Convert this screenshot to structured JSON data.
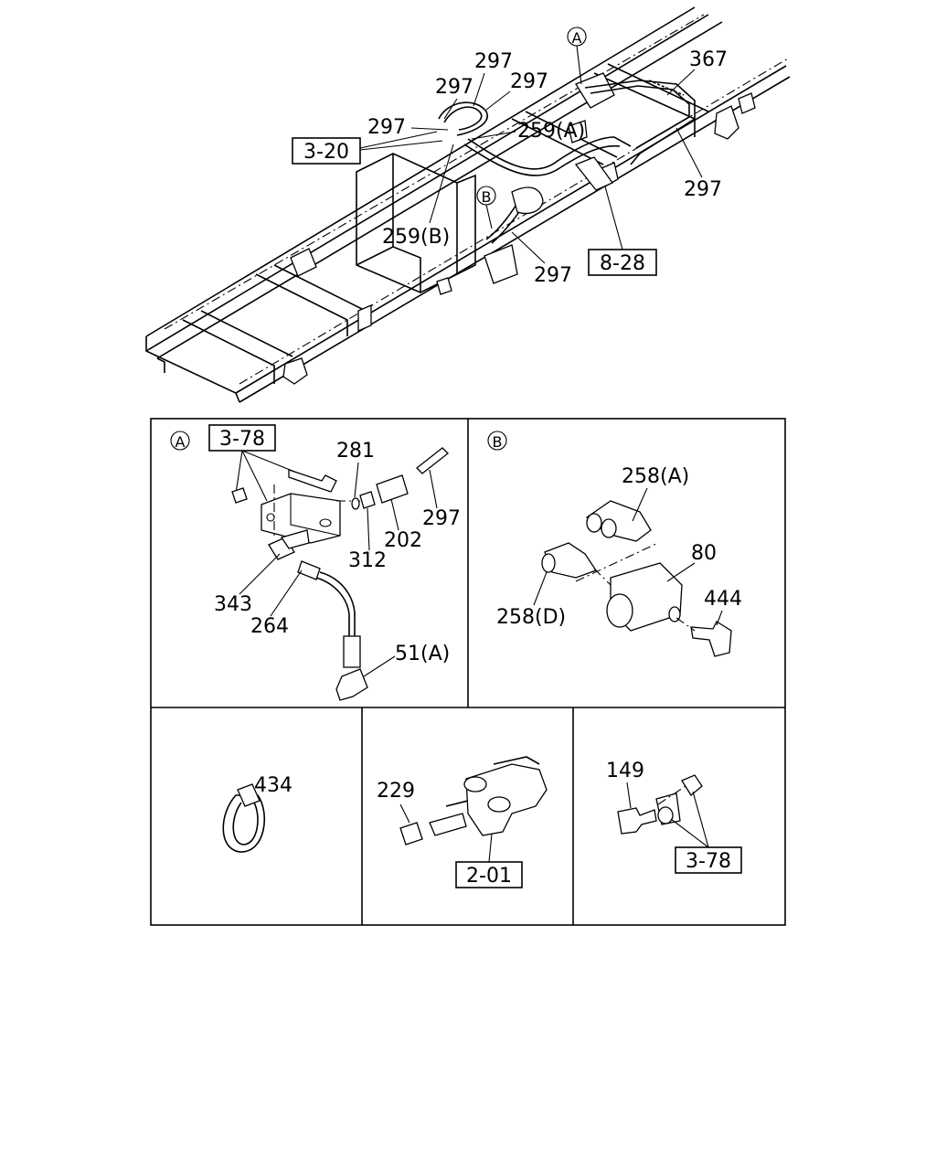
{
  "overview": {
    "callouts": {
      "marker_a": "A",
      "marker_b": "B",
      "n297_1": "297",
      "n297_2": "297",
      "n297_3": "297",
      "n297_4": "297",
      "n297_5": "297",
      "n297_6": "297",
      "n367": "367",
      "n259a": "259(A)",
      "n259b": "259(B)"
    },
    "refs": {
      "r3_20": "3-20",
      "r8_28": "8-28"
    }
  },
  "detail_a": {
    "marker": "A",
    "ref": "3-78",
    "callouts": {
      "n281": "281",
      "n297": "297",
      "n202": "202",
      "n312": "312",
      "n343": "343",
      "n264": "264",
      "n51a": "51(A)"
    }
  },
  "detail_b": {
    "marker": "B",
    "callouts": {
      "n258a": "258(A)",
      "n80": "80",
      "n444": "444",
      "n258d": "258(D)"
    }
  },
  "detail_clamp": {
    "callouts": {
      "n434": "434"
    }
  },
  "detail_valve": {
    "callouts": {
      "n229": "229"
    },
    "ref": "2-01"
  },
  "detail_bolt": {
    "callouts": {
      "n149": "149"
    },
    "ref": "3-78"
  }
}
